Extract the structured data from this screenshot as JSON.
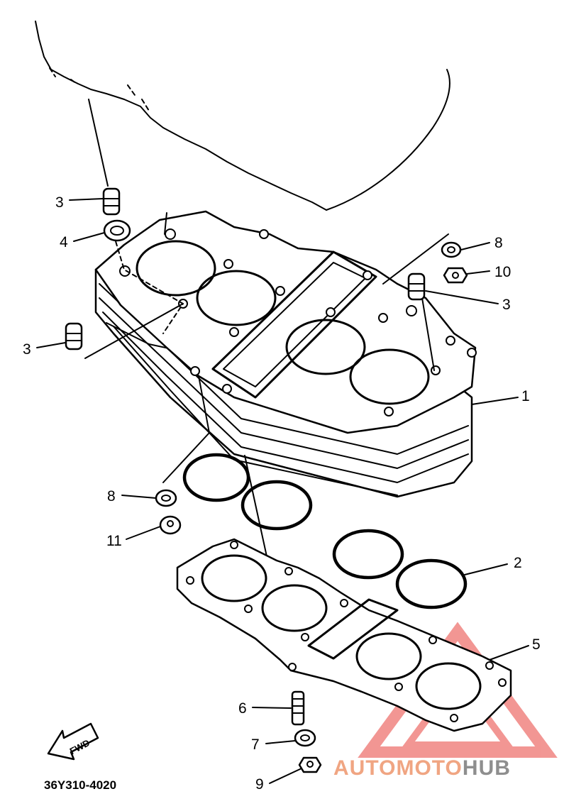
{
  "diagram_code": "36Y310-4020",
  "fwd_label": "FWD",
  "watermark": {
    "part1": "AUTO",
    "part2": "MOTO",
    "part3": "HUB",
    "color_primary": "#f0a582",
    "color_secondary": "#8e8e8e",
    "triangle_color": "#e8413c"
  },
  "callouts": {
    "c1": "1",
    "c2": "2",
    "c3a": "3",
    "c3b": "3",
    "c3c": "3",
    "c4": "4",
    "c5": "5",
    "c6": "6",
    "c7": "7",
    "c8a": "8",
    "c8b": "8",
    "c9": "9",
    "c10": "10",
    "c11": "11"
  }
}
